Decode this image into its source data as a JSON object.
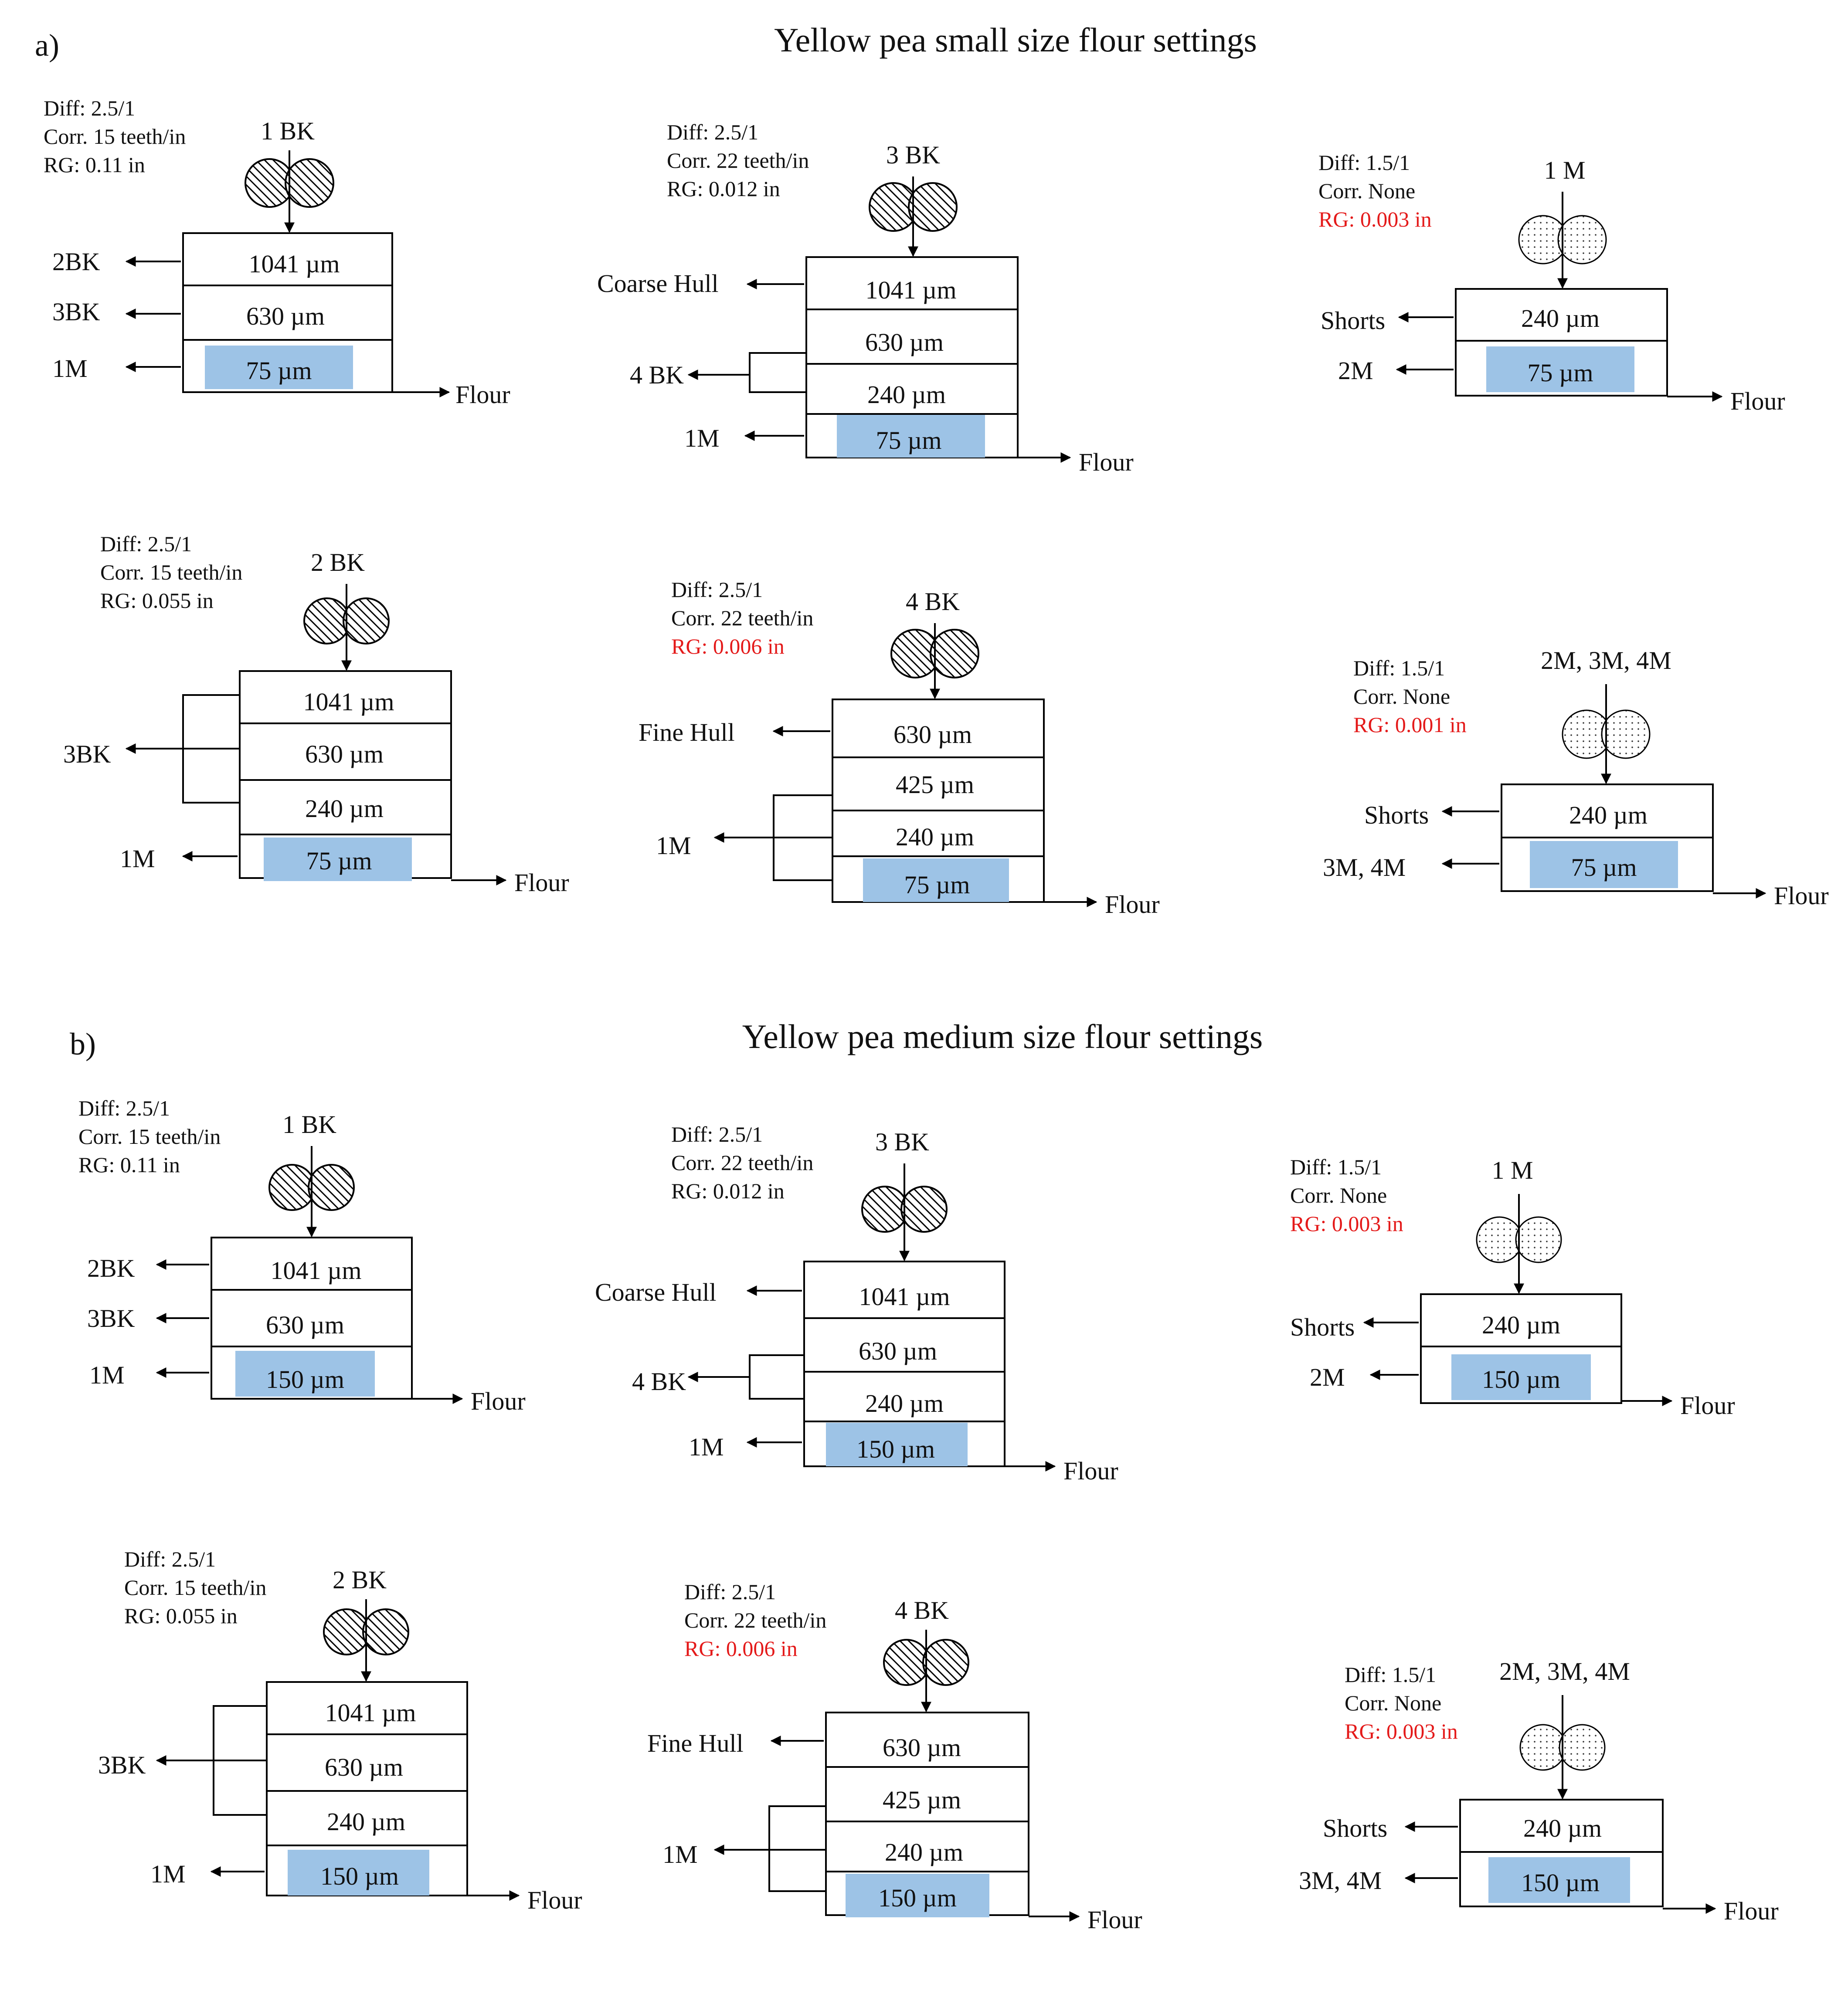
{
  "colors": {
    "highlight": "#9dc3e6",
    "red_text": "#e41a1a",
    "ink": "#111111"
  },
  "roll_patterns": {
    "break": "diagonal-hatch",
    "reduction": "dotted"
  },
  "sections": [
    {
      "letter": "a)",
      "title": "Yellow pea small size flour settings",
      "units": [
        {
          "mill": "1 BK",
          "roll": "break",
          "diff": "Diff: 2.5/1",
          "corr": "Corr. 15 teeth/in",
          "rg": "RG: 0.11 in",
          "rg_red": false,
          "sieves": [
            "1041 µm",
            "630 µm",
            "75 µm"
          ],
          "outputs": [
            "2BK",
            "3BK",
            "1M"
          ],
          "flour": "Flour"
        },
        {
          "mill": "3 BK",
          "roll": "break",
          "diff": "Diff: 2.5/1",
          "corr": "Corr. 22 teeth/in",
          "rg": "RG: 0.012 in",
          "rg_red": false,
          "sieves": [
            "1041 µm",
            "630 µm",
            "240 µm",
            "75 µm"
          ],
          "outputs": [
            "Coarse Hull",
            "4 BK",
            "1M"
          ],
          "flour": "Flour"
        },
        {
          "mill": "1 M",
          "roll": "reduction",
          "diff": "Diff: 1.5/1",
          "corr": "Corr. None",
          "rg": "RG: 0.003 in",
          "rg_red": true,
          "sieves": [
            "240 µm",
            "75 µm"
          ],
          "outputs": [
            "Shorts",
            "2M"
          ],
          "flour": "Flour"
        },
        {
          "mill": "2 BK",
          "roll": "break",
          "diff": "Diff: 2.5/1",
          "corr": "Corr. 15 teeth/in",
          "rg": "RG: 0.055 in",
          "rg_red": false,
          "sieves": [
            "1041 µm",
            "630 µm",
            "240 µm",
            "75 µm"
          ],
          "outputs": [
            "3BK",
            "1M"
          ],
          "flour": "Flour"
        },
        {
          "mill": "4 BK",
          "roll": "break",
          "diff": "Diff: 2.5/1",
          "corr": "Corr. 22 teeth/in",
          "rg": "RG: 0.006 in",
          "rg_red": true,
          "sieves": [
            "630 µm",
            "425 µm",
            "240 µm",
            "75 µm"
          ],
          "outputs": [
            "Fine Hull",
            "1M"
          ],
          "flour": "Flour"
        },
        {
          "mill": "2M, 3M, 4M",
          "roll": "reduction",
          "diff": "Diff: 1.5/1",
          "corr": "Corr. None",
          "rg": "RG: 0.001 in",
          "rg_red": true,
          "sieves": [
            "240 µm",
            "75 µm"
          ],
          "outputs": [
            "Shorts",
            "3M, 4M"
          ],
          "flour": "Flour"
        }
      ]
    },
    {
      "letter": "b)",
      "title": "Yellow pea medium size flour settings",
      "units": [
        {
          "mill": "1 BK",
          "roll": "break",
          "diff": "Diff: 2.5/1",
          "corr": "Corr. 15 teeth/in",
          "rg": "RG: 0.11 in",
          "rg_red": false,
          "sieves": [
            "1041 µm",
            "630 µm",
            "150 µm"
          ],
          "outputs": [
            "2BK",
            "3BK",
            "1M"
          ],
          "flour": "Flour"
        },
        {
          "mill": "3 BK",
          "roll": "break",
          "diff": "Diff: 2.5/1",
          "corr": "Corr. 22 teeth/in",
          "rg": "RG: 0.012 in",
          "rg_red": false,
          "sieves": [
            "1041 µm",
            "630 µm",
            "240 µm",
            "150 µm"
          ],
          "outputs": [
            "Coarse Hull",
            "4 BK",
            "1M"
          ],
          "flour": "Flour"
        },
        {
          "mill": "1 M",
          "roll": "reduction",
          "diff": "Diff: 1.5/1",
          "corr": "Corr. None",
          "rg": "RG: 0.003 in",
          "rg_red": true,
          "sieves": [
            "240 µm",
            "150 µm"
          ],
          "outputs": [
            "Shorts",
            "2M"
          ],
          "flour": "Flour"
        },
        {
          "mill": "2 BK",
          "roll": "break",
          "diff": "Diff: 2.5/1",
          "corr": "Corr. 15 teeth/in",
          "rg": "RG: 0.055 in",
          "rg_red": false,
          "sieves": [
            "1041 µm",
            "630 µm",
            "240 µm",
            "150 µm"
          ],
          "outputs": [
            "3BK",
            "1M"
          ],
          "flour": "Flour"
        },
        {
          "mill": "4 BK",
          "roll": "break",
          "diff": "Diff: 2.5/1",
          "corr": "Corr. 22 teeth/in",
          "rg": "RG: 0.006 in",
          "rg_red": true,
          "sieves": [
            "630 µm",
            "425 µm",
            "240 µm",
            "150 µm"
          ],
          "outputs": [
            "Fine Hull",
            "1M"
          ],
          "flour": "Flour"
        },
        {
          "mill": "2M, 3M, 4M",
          "roll": "reduction",
          "diff": "Diff: 1.5/1",
          "corr": "Corr. None",
          "rg": "RG: 0.003 in",
          "rg_red": true,
          "sieves": [
            "240 µm",
            "150 µm"
          ],
          "outputs": [
            "Shorts",
            "3M, 4M"
          ],
          "flour": "Flour"
        }
      ]
    }
  ]
}
